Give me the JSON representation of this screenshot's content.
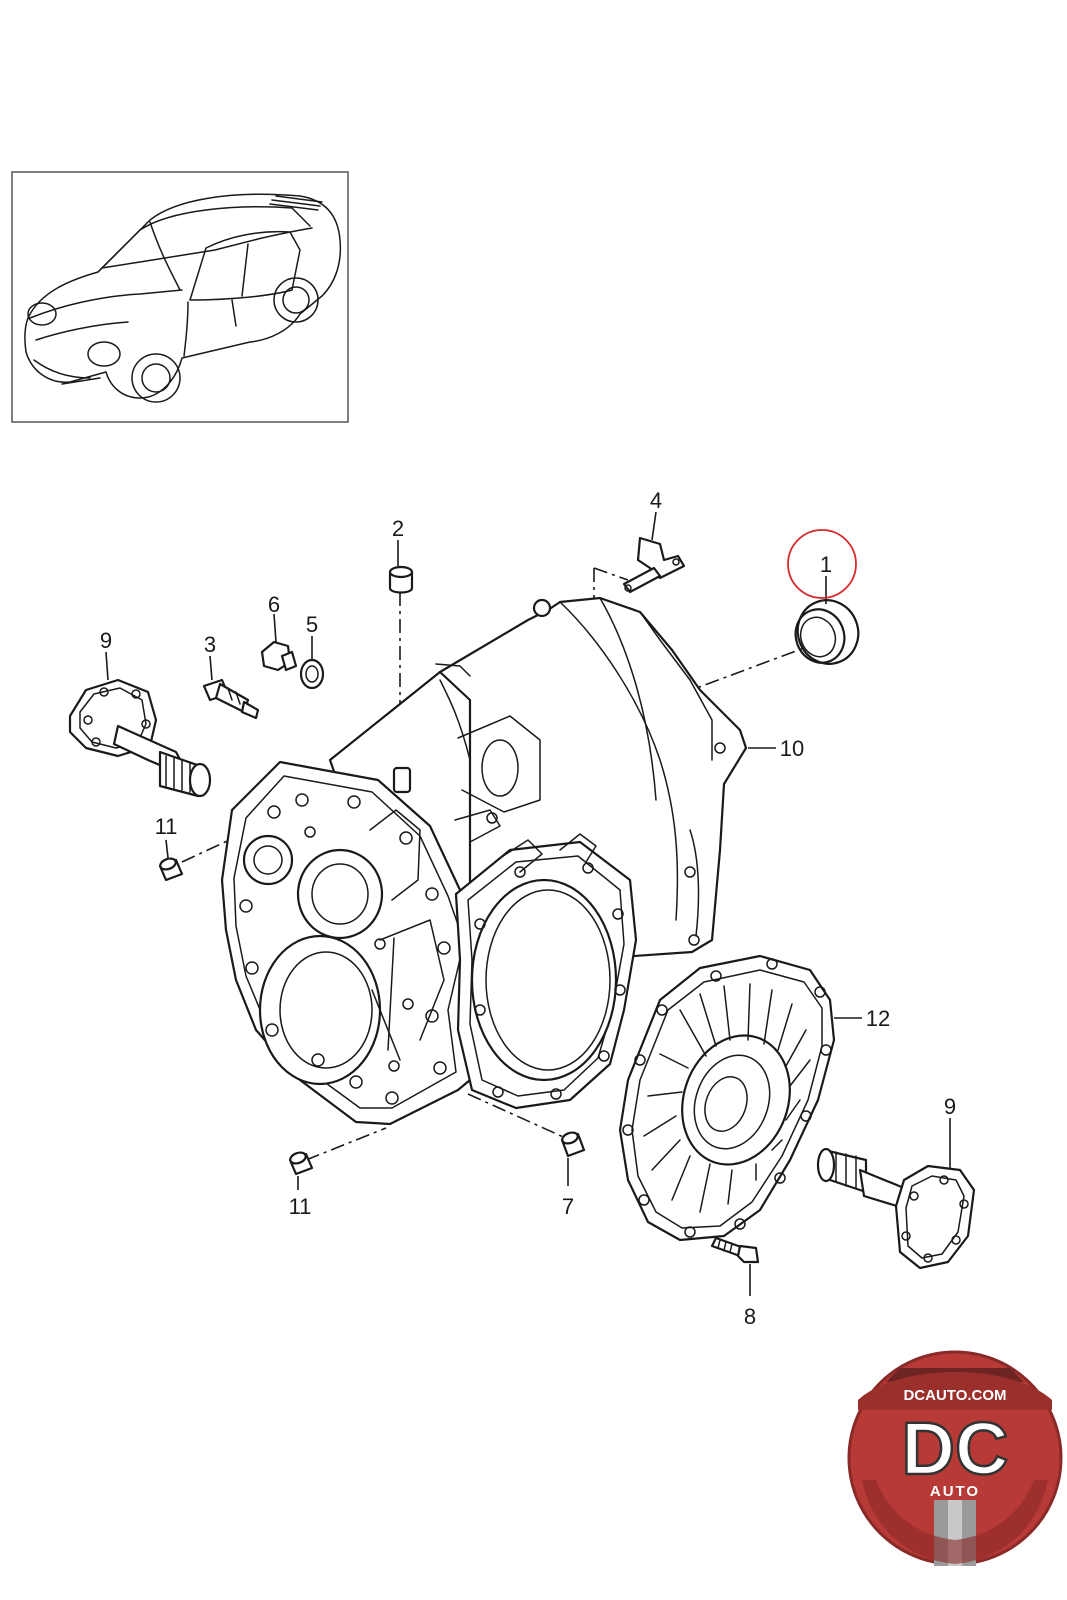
{
  "callouts": [
    {
      "id": "c1",
      "label": "1",
      "highlighted": true
    },
    {
      "id": "c2",
      "label": "2"
    },
    {
      "id": "c3",
      "label": "3"
    },
    {
      "id": "c4",
      "label": "4"
    },
    {
      "id": "c5",
      "label": "5"
    },
    {
      "id": "c6",
      "label": "6"
    },
    {
      "id": "c7",
      "label": "7"
    },
    {
      "id": "c8",
      "label": "8"
    },
    {
      "id": "c9a",
      "label": "9"
    },
    {
      "id": "c9b",
      "label": "9"
    },
    {
      "id": "c10",
      "label": "10"
    },
    {
      "id": "c11a",
      "label": "11"
    },
    {
      "id": "c11b",
      "label": "11"
    },
    {
      "id": "c12",
      "label": "12"
    }
  ],
  "logo": {
    "top_text": "DCAUTO.COM",
    "main_text": "DC",
    "sub_text": "AUTO"
  },
  "colors": {
    "line": "#1a1a1a",
    "highlight_circle": "#d42a2a",
    "logo_red": "#b83a36",
    "logo_dark": "#6e2422",
    "logo_gray": "#9a9a9a"
  }
}
